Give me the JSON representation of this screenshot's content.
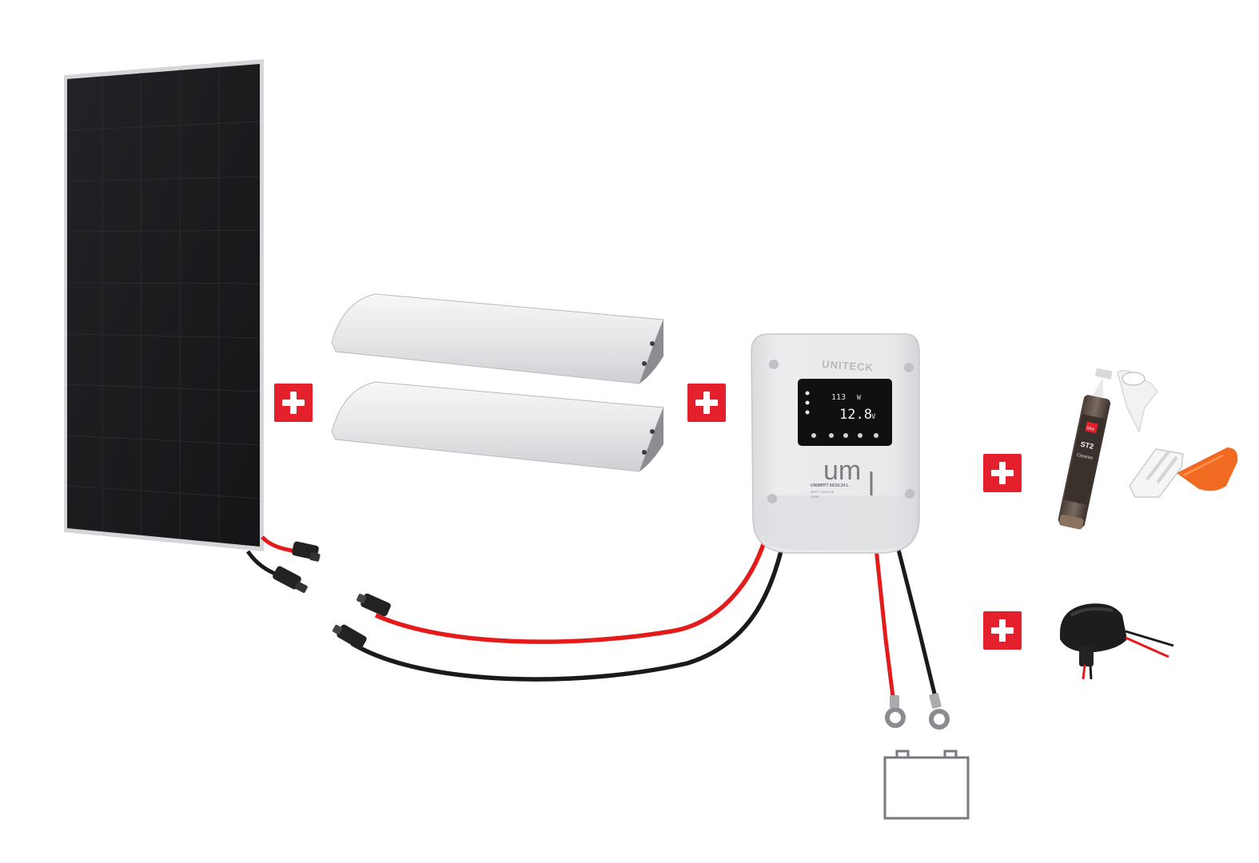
{
  "product": {
    "controller": {
      "brand": "UNITECK",
      "logo": "um",
      "model": "UNIMPPT 60/10.24 L",
      "spec_line_1": "MPPT 12/24 V/6",
      "spec_line_2": "100W",
      "display": {
        "power_value": "113",
        "power_unit": "W",
        "voltage_value": "12.8",
        "voltage_unit": "V"
      }
    },
    "sealant": {
      "brand": "Sika",
      "label": "ST2",
      "sub_label": "Cleaner"
    }
  },
  "icons": {
    "plus": "plus-icon",
    "battery": "battery-icon"
  },
  "colors": {
    "accent_red": "#e3202b",
    "cable_red": "#e51b1b",
    "cable_black": "#1a1a1a",
    "panel_dark": "#1c1b1e",
    "controller_body": "#e6e7e9"
  }
}
